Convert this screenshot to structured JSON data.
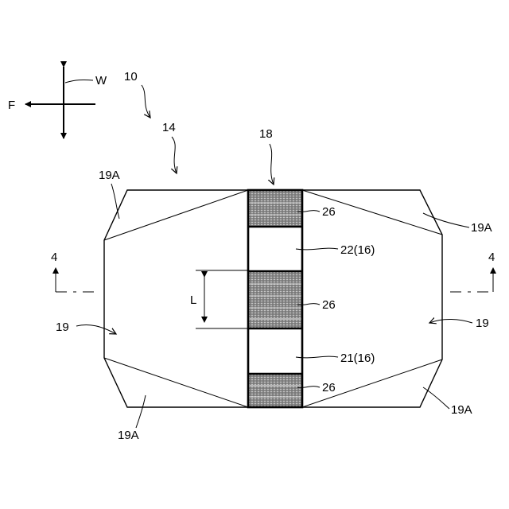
{
  "diagram": {
    "labels": {
      "w": "W",
      "f": "F",
      "ref_10": "10",
      "ref_14": "14",
      "ref_18": "18",
      "ref_19a_top_left": "19A",
      "ref_19a_top_right": "19A",
      "ref_19a_bottom_left": "19A",
      "ref_19a_bottom_right": "19A",
      "ref_19_left": "19",
      "ref_19_right": "19",
      "ref_26_top": "26",
      "ref_26_middle": "26",
      "ref_26_bottom": "26",
      "ref_22": "22(16)",
      "ref_21": "21(16)",
      "dim_l": "L",
      "section_left": "4",
      "section_right": "4"
    }
  }
}
